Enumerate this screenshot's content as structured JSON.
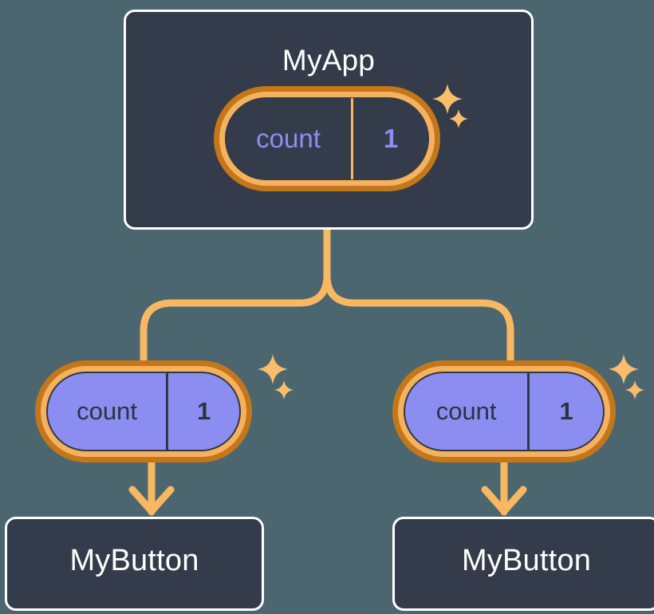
{
  "background_color": "#4c6670",
  "palette": {
    "card_fill": "#343b4a",
    "card_border": "#ffffff",
    "pill_outer_ring": "#c4761a",
    "pill_inner_ring": "#f5b25e",
    "pill_purple_fill": "#8b8ef0",
    "pill_dark_fill": "#343b4a",
    "accent_text_purple": "#8b8ef5",
    "dark_text": "#2b3340",
    "wire": "#f7b861",
    "sparkle": "#f9bd6b"
  },
  "diagram": {
    "type": "component-tree",
    "root": {
      "name": "root-card",
      "title": "MyApp",
      "state_pill": {
        "key": "count",
        "value": "1",
        "variant": "dark",
        "sparkles": 2
      }
    },
    "children": [
      {
        "name": "child-left",
        "state_pill": {
          "key": "count",
          "value": "1",
          "variant": "purple",
          "sparkles": 2
        },
        "component": {
          "title": "MyButton"
        }
      },
      {
        "name": "child-right",
        "state_pill": {
          "key": "count",
          "value": "1",
          "variant": "purple",
          "sparkles": 2
        },
        "component": {
          "title": "MyButton"
        }
      }
    ]
  }
}
